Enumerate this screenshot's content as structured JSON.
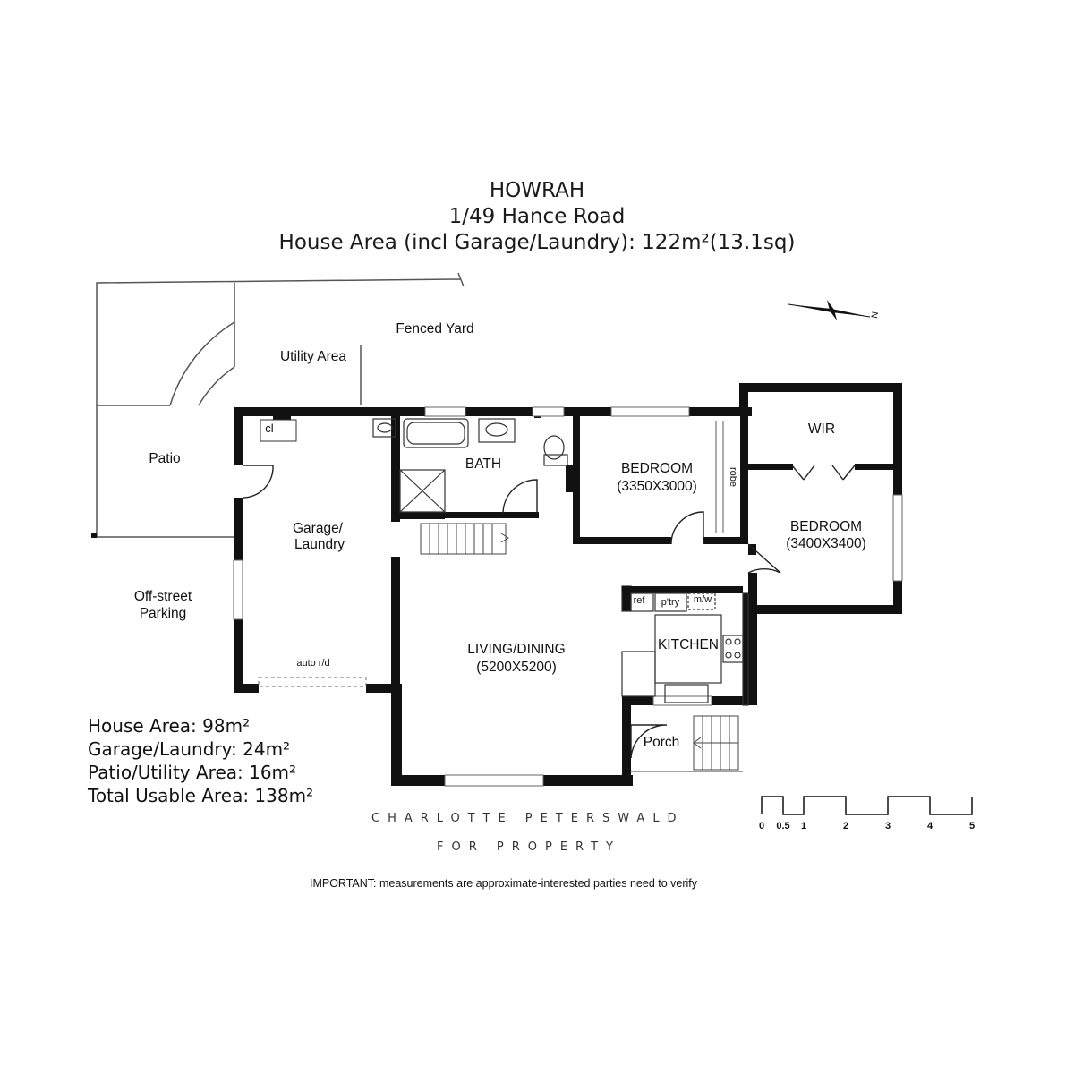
{
  "header": {
    "suburb": "HOWRAH",
    "address": "1/49 Hance Road",
    "house_area_line": "House Area (incl Garage/Laundry): 122m²(13.1sq)"
  },
  "rooms": {
    "fenced_yard": "Fenced Yard",
    "utility_area": "Utility Area",
    "patio": "Patio",
    "closet": "cl",
    "bath": "BATH",
    "garage_line1": "Garage/",
    "garage_line2": "Laundry",
    "off_street_line1": "Off-street",
    "off_street_line2": "Parking",
    "auto_door": "auto r/d",
    "bedroom1": "BEDROOM",
    "bedroom1_size": "(3350X3000)",
    "robe": "robe",
    "wir": "WIR",
    "bedroom2": "BEDROOM",
    "bedroom2_size": "(3400X3400)",
    "ref": "ref",
    "pantry": "p'try",
    "microwave": "m/w",
    "kitchen": "KITCHEN",
    "living": "LIVING/DINING",
    "living_size": "(5200X5200)",
    "porch": "Porch"
  },
  "areas": [
    "House Area: 98m²",
    "Garage/Laundry: 24m²",
    "Patio/Utility Area: 16m²",
    "Total Usable Area: 138m²"
  ],
  "scale_bar": {
    "labels": [
      "0",
      "0.5",
      "1",
      "2",
      "3",
      "4",
      "5"
    ]
  },
  "compass": {
    "label": "N"
  },
  "branding": {
    "line1": "CHARLOTTE PETERSWALD",
    "line2": "FOR PROPERTY"
  },
  "note": "IMPORTANT: measurements are approximate-interested parties need to verify"
}
